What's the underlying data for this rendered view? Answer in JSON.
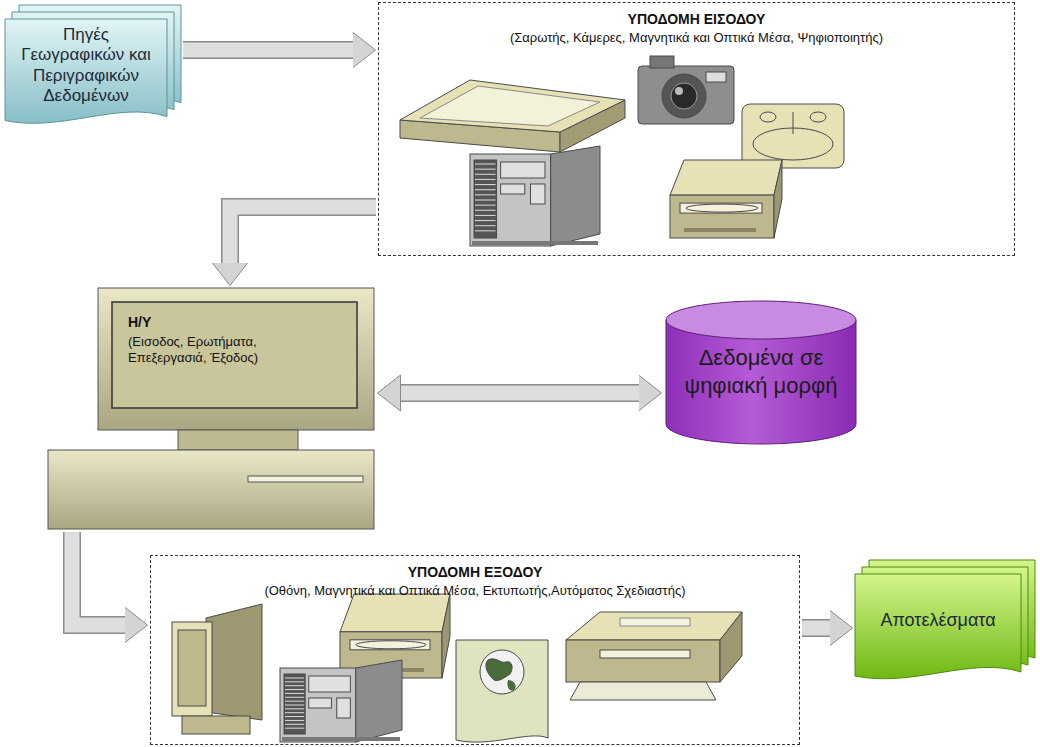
{
  "diagram": {
    "nodes": [
      {
        "text": [
          "Πηγές Γεωγραφικών και Περιγραφικών Δεδομένων"
        ]
      },
      {
        "text": [
          "ΥΠΟΔΟΜΗ ΕΙΣΟΔΟΥ",
          "(Σαρωτής, Κάμερες, Μαγνητικά και Οπτικά Μέσα, Ψηφιοποιητής)"
        ]
      },
      {
        "text": [
          "Η/Υ",
          "(Εισοδος, Ερωτήματα, Επεξεργασιά, Έξοδος)"
        ]
      },
      {
        "text": [
          "Δεδομένα σε ψηφιακή μορφή"
        ]
      },
      {
        "text": [
          "ΥΠΟΔΟΜΗ ΕΞΟΔΟΥ",
          "(Οθόνη, Μαγνητικά και Οπτικά Μέσα, Εκτυπωτής,Αυτόματος Σχεδιαστής)"
        ]
      },
      {
        "text": [
          "Αποτελέσματα"
        ]
      }
    ],
    "edges": [
      {
        "from": 0,
        "to": 1,
        "arrow": "to"
      },
      {
        "from": 1,
        "to": 2,
        "arrow": "to"
      },
      {
        "from": 2,
        "to": 3,
        "arrow": "both"
      },
      {
        "from": 2,
        "to": 4,
        "arrow": "to"
      },
      {
        "from": 4,
        "to": 5,
        "arrow": "to"
      }
    ]
  }
}
